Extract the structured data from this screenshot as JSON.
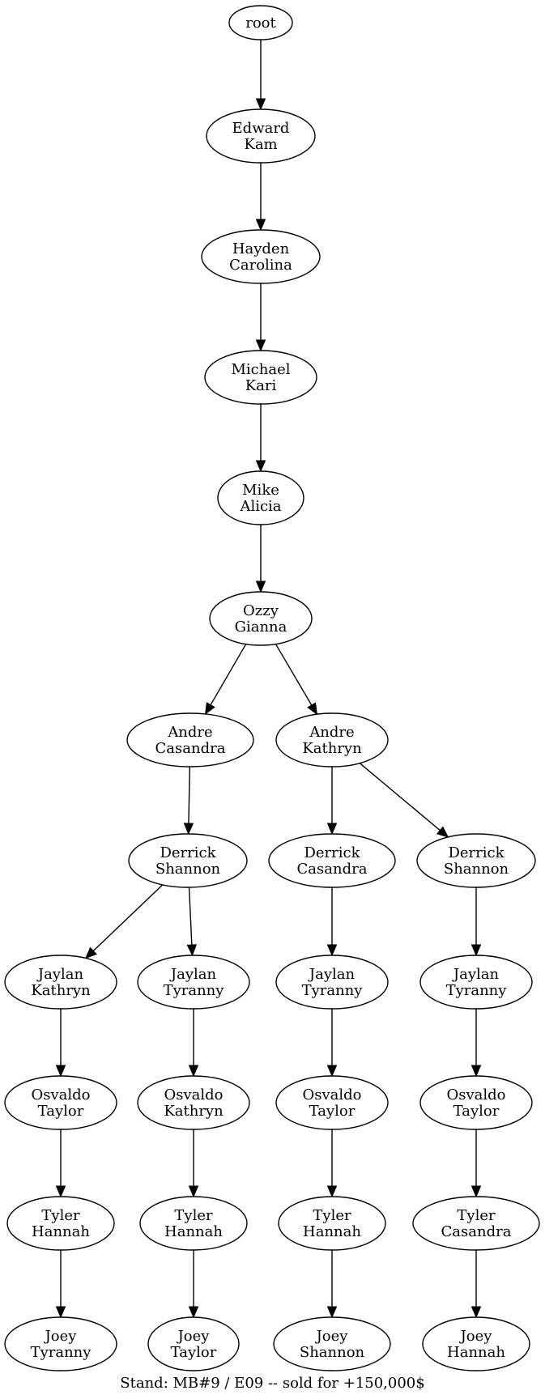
{
  "diagram": {
    "nodes": [
      {
        "id": "root",
        "lines": [
          "root"
        ]
      },
      {
        "id": "n1",
        "lines": [
          "Edward",
          "Kam"
        ]
      },
      {
        "id": "n2",
        "lines": [
          "Hayden",
          "Carolina"
        ]
      },
      {
        "id": "n3",
        "lines": [
          "Michael",
          "Kari"
        ]
      },
      {
        "id": "n4",
        "lines": [
          "Mike",
          "Alicia"
        ]
      },
      {
        "id": "n5",
        "lines": [
          "Ozzy",
          "Gianna"
        ]
      },
      {
        "id": "n6",
        "lines": [
          "Andre",
          "Casandra"
        ]
      },
      {
        "id": "n7",
        "lines": [
          "Andre",
          "Kathryn"
        ]
      },
      {
        "id": "n8",
        "lines": [
          "Derrick",
          "Shannon"
        ]
      },
      {
        "id": "n9",
        "lines": [
          "Derrick",
          "Casandra"
        ]
      },
      {
        "id": "n10",
        "lines": [
          "Derrick",
          "Shannon"
        ]
      },
      {
        "id": "n11",
        "lines": [
          "Jaylan",
          "Kathryn"
        ]
      },
      {
        "id": "n12",
        "lines": [
          "Jaylan",
          "Tyranny"
        ]
      },
      {
        "id": "n13",
        "lines": [
          "Jaylan",
          "Tyranny"
        ]
      },
      {
        "id": "n14",
        "lines": [
          "Jaylan",
          "Tyranny"
        ]
      },
      {
        "id": "n15",
        "lines": [
          "Osvaldo",
          "Taylor"
        ]
      },
      {
        "id": "n16",
        "lines": [
          "Osvaldo",
          "Kathryn"
        ]
      },
      {
        "id": "n17",
        "lines": [
          "Osvaldo",
          "Taylor"
        ]
      },
      {
        "id": "n18",
        "lines": [
          "Osvaldo",
          "Taylor"
        ]
      },
      {
        "id": "n19",
        "lines": [
          "Tyler",
          "Hannah"
        ]
      },
      {
        "id": "n20",
        "lines": [
          "Tyler",
          "Hannah"
        ]
      },
      {
        "id": "n21",
        "lines": [
          "Tyler",
          "Hannah"
        ]
      },
      {
        "id": "n22",
        "lines": [
          "Tyler",
          "Casandra"
        ]
      },
      {
        "id": "n23",
        "lines": [
          "Joey",
          "Tyranny"
        ]
      },
      {
        "id": "n24",
        "lines": [
          "Joey",
          "Taylor"
        ]
      },
      {
        "id": "n25",
        "lines": [
          "Joey",
          "Shannon"
        ]
      },
      {
        "id": "n26",
        "lines": [
          "Joey",
          "Hannah"
        ]
      }
    ],
    "edges": [
      [
        "root",
        "n1"
      ],
      [
        "n1",
        "n2"
      ],
      [
        "n2",
        "n3"
      ],
      [
        "n3",
        "n4"
      ],
      [
        "n4",
        "n5"
      ],
      [
        "n5",
        "n6"
      ],
      [
        "n5",
        "n7"
      ],
      [
        "n6",
        "n8"
      ],
      [
        "n7",
        "n9"
      ],
      [
        "n7",
        "n10"
      ],
      [
        "n8",
        "n11"
      ],
      [
        "n8",
        "n12"
      ],
      [
        "n9",
        "n13"
      ],
      [
        "n10",
        "n14"
      ],
      [
        "n11",
        "n15"
      ],
      [
        "n12",
        "n16"
      ],
      [
        "n13",
        "n17"
      ],
      [
        "n14",
        "n18"
      ],
      [
        "n15",
        "n19"
      ],
      [
        "n16",
        "n20"
      ],
      [
        "n17",
        "n21"
      ],
      [
        "n18",
        "n22"
      ],
      [
        "n19",
        "n23"
      ],
      [
        "n20",
        "n24"
      ],
      [
        "n21",
        "n25"
      ],
      [
        "n22",
        "n26"
      ]
    ],
    "caption": "Stand: MB#9 / E09 -- sold for +150,000$"
  }
}
